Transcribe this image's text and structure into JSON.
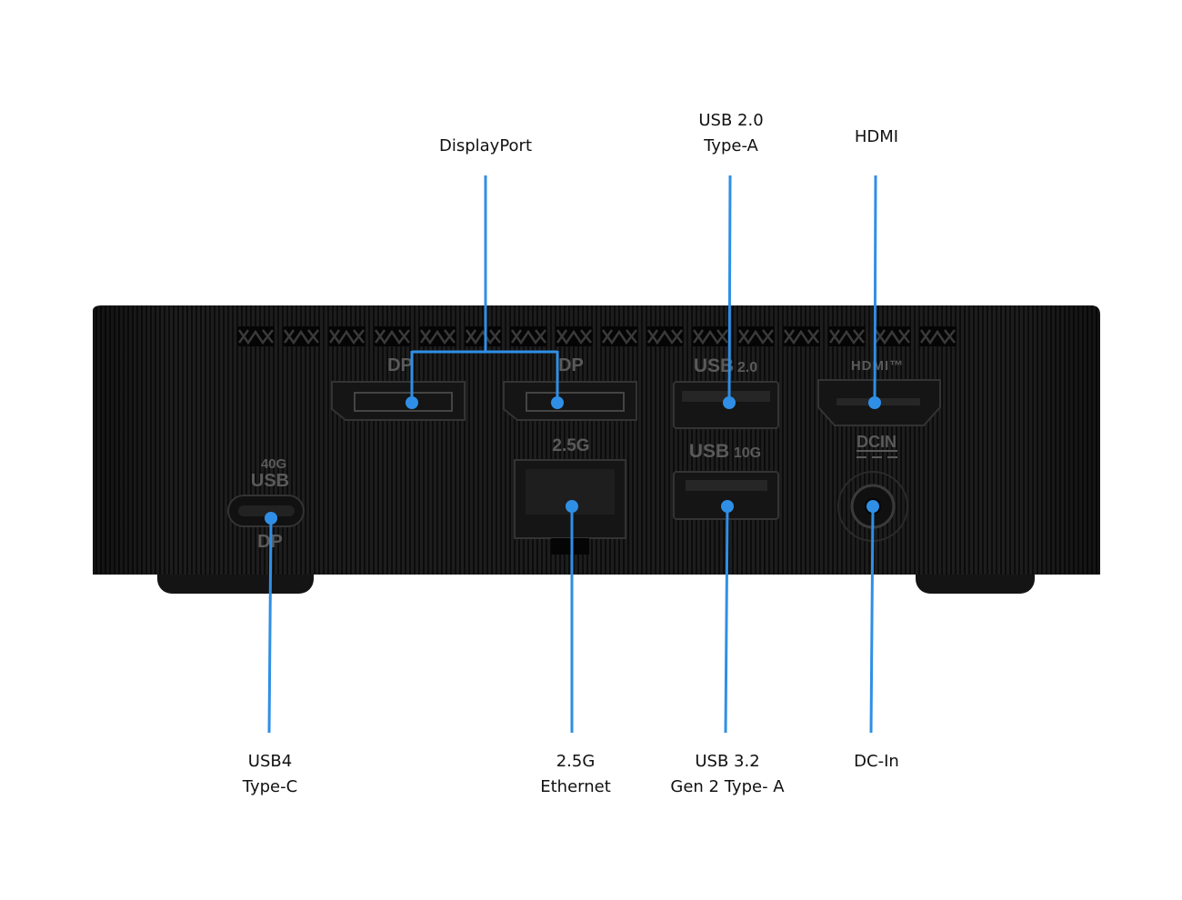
{
  "callouts": {
    "displayport": {
      "line1": "DisplayPort"
    },
    "usb20": {
      "line1": "USB 2.0",
      "line2": "Type-A"
    },
    "hdmi": {
      "line1": "HDMI"
    },
    "usb4": {
      "line1": "USB4",
      "line2": "Type-C"
    },
    "ethernet": {
      "line1": "2.5G",
      "line2": "Ethernet"
    },
    "usb32": {
      "line1": "USB 3.2",
      "line2": "Gen 2 Type- A"
    },
    "dcin": {
      "line1": "DC-In"
    }
  },
  "port_markings": {
    "dp1": "DP",
    "dp2": "DP",
    "usb20": "USB",
    "usb20_ver": "2.0",
    "hdmi": "HDMI™",
    "usbc_speed": "40G",
    "usbc_usb": "USB",
    "usbc_dp": "DP",
    "ethernet": "2.5G",
    "usb10g": "USB",
    "usb10g_speed": "10G",
    "dcin": "DCIN"
  },
  "colors": {
    "callout_line": "#2f8fe6",
    "device_body": "#1b1b1b"
  }
}
